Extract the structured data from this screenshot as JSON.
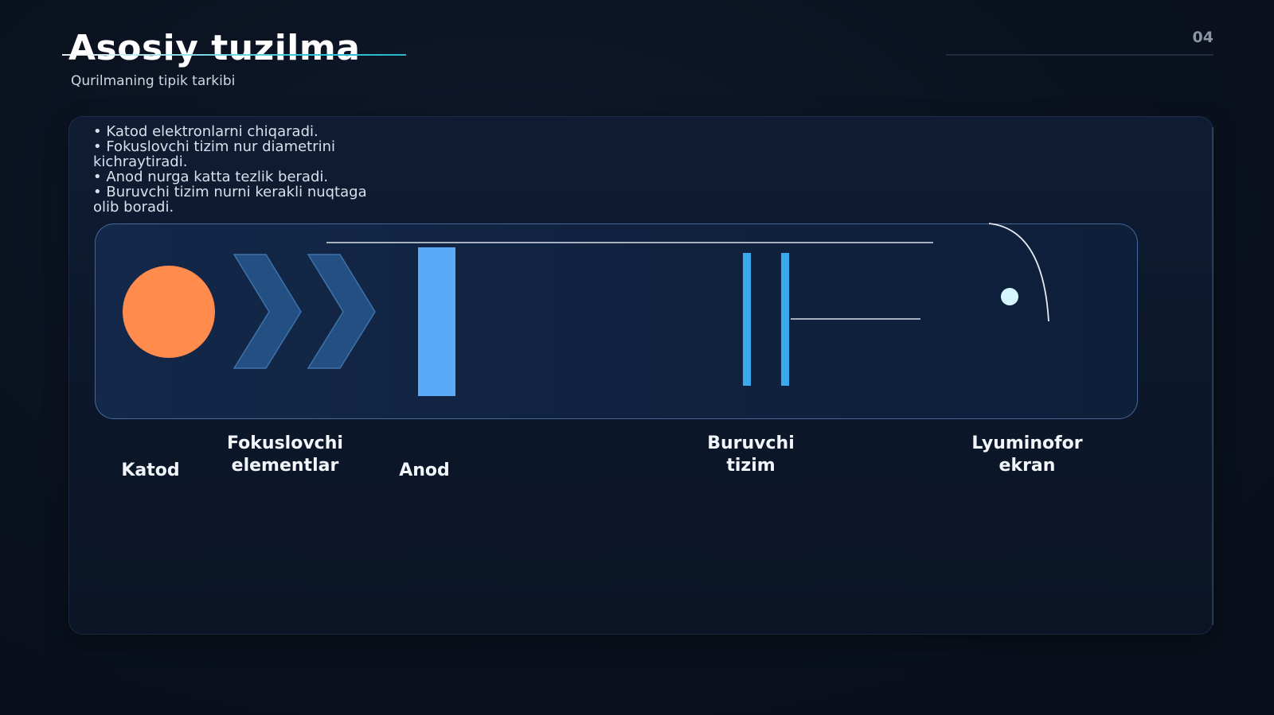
{
  "header": {
    "title": "Asosiy tuzilma",
    "subtitle": "Qurilmaning tipik tarkibi",
    "page_number": "04"
  },
  "bullets": [
    "• Katod elektronlarni chiqaradi.",
    "• Fokuslovchi tizim nur diametrini kichraytiradi.",
    "• Anod nurga katta tezlik beradi.",
    "• Buruvchi tizim nurni kerakli nuqtaga olib boradi."
  ],
  "diagram": {
    "labels": {
      "cathode": "Katod",
      "focusing": "Fokuslovchi elementlar",
      "anode": "Anod",
      "deflection": "Buruvchi tizim",
      "screen": "Lyuminofor ekran"
    },
    "colors": {
      "cathode": "#ff8c4c",
      "focusing": "#244f82",
      "anode": "#5aaaf7",
      "deflection_plates": "#3aa8ee",
      "spot": "#d6f6ff",
      "beam_lines": "#d7dfea"
    }
  }
}
